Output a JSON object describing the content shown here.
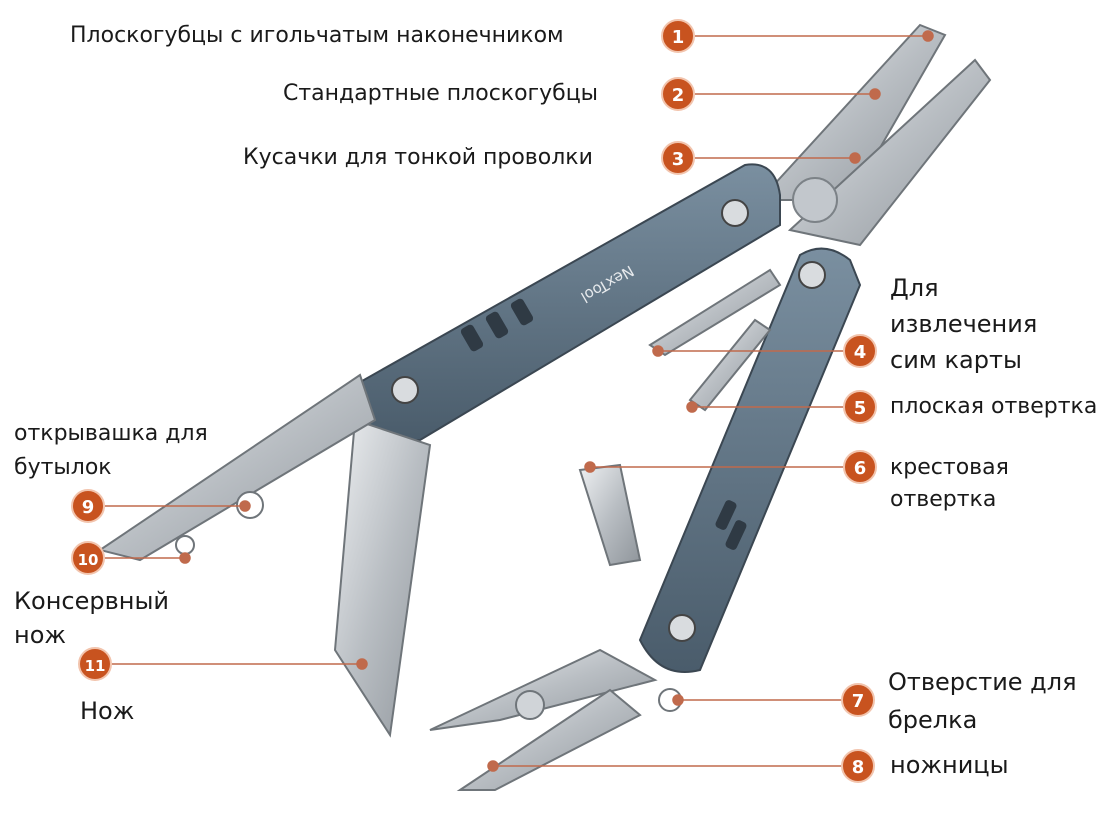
{
  "brand_engraving": "NexTool",
  "colors": {
    "badge": "#c8531f",
    "leader_line": "#c06a4c",
    "handle": "#5b6f80",
    "steel": "#c9cdd1",
    "text": "#1a1a1a"
  },
  "callouts": [
    {
      "number": "1",
      "label": "Плоскогубцы с игольчатым наконечником"
    },
    {
      "number": "2",
      "label": "Стандартные плоскогубцы"
    },
    {
      "number": "3",
      "label": "Кусачки для тонкой проволки"
    },
    {
      "number": "4",
      "label": "Для\nизвлечения\nсим карты"
    },
    {
      "number": "5",
      "label": "плоская отвертка"
    },
    {
      "number": "6",
      "label": "крестовая\nотвертка"
    },
    {
      "number": "7",
      "label": "Отверстие для\nбрелка"
    },
    {
      "number": "8",
      "label": "ножницы"
    },
    {
      "number": "9",
      "label": "открывашка для\nбутылок"
    },
    {
      "number": "10",
      "label": "Консервный\nнож"
    },
    {
      "number": "11",
      "label": "Нож"
    }
  ]
}
